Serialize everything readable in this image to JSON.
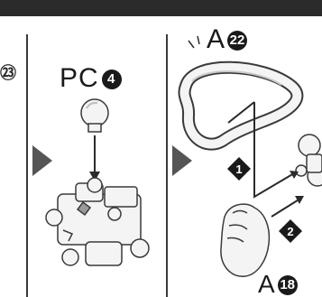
{
  "panel": {
    "previous_step_ref": "㉓",
    "part_pc": {
      "prefix": "PC",
      "number": "4"
    },
    "part_a22": {
      "prefix": "A",
      "number": "22"
    },
    "part_a18": {
      "prefix": "A",
      "number": "18"
    },
    "order_steps": [
      "1",
      "2"
    ]
  },
  "colors": {
    "header": "#2b2b2b",
    "part_fill": "#f4f4f4",
    "line": "#3a3a3a",
    "flow_arrow": "#555555"
  }
}
